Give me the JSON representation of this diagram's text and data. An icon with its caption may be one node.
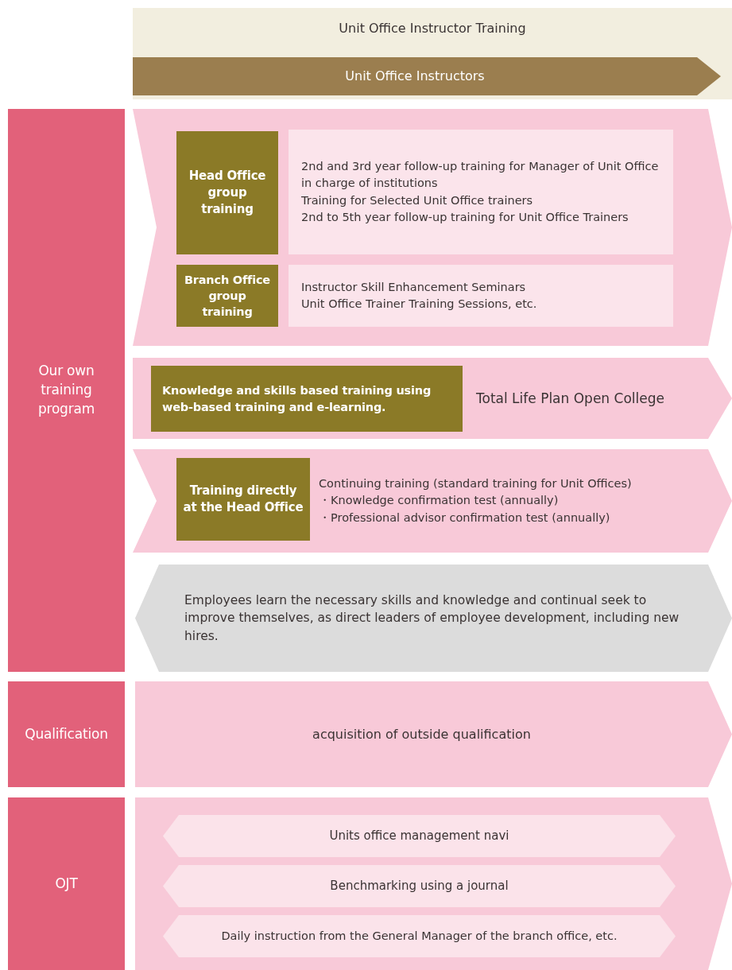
{
  "diagram": {
    "nodes": [
      {
        "text": [
          "Unit Office Instructor Training"
        ]
      },
      {
        "text": [
          "Unit Office Instructors"
        ],
        "in": 0
      },
      {
        "text": [
          "Our own training program"
        ]
      },
      {
        "text": [],
        "shape": "arrow"
      },
      {
        "text": [
          "Head Office group training"
        ],
        "in": 3
      },
      {
        "text": [
          "2nd and 3rd year follow-up training for Manager of Unit Office in charge of institutions",
          "Training for Selected Unit Office trainers",
          "2nd to 5th year follow-up training for Unit Office Trainers"
        ],
        "in": 3
      },
      {
        "text": [
          "Branch Office group training"
        ],
        "in": 3
      },
      {
        "text": [
          "Instructor Skill Enhancement Seminars",
          "Unit Office Trainer Training Sessions, etc."
        ],
        "in": 3
      },
      {
        "text": [
          "Total Life Plan Open College"
        ]
      },
      {
        "text": [
          "Knowledge and skills based training using web-based training and e-learning."
        ],
        "in": 8
      },
      {
        "text": [
          "Continuing training (standard training for Unit Offices)",
          "・Knowledge confirmation test (annually)",
          "・Professional advisor confirmation test (annually)"
        ]
      },
      {
        "text": [
          "Training directly at the Head Office"
        ],
        "in": 10
      },
      {
        "text": [
          "Employees learn the necessary skills and knowledge and continual seek to improve themselves, as direct leaders of employee development, including new hires."
        ]
      },
      {
        "text": [
          "Qualification"
        ]
      },
      {
        "text": [
          "acquisition of outside qualification"
        ]
      },
      {
        "text": [
          "OJT"
        ]
      },
      {
        "text": [],
        "shape": "arrow"
      },
      {
        "text": [
          "Units office management navi"
        ],
        "in": 16
      },
      {
        "text": [
          "Benchmarking using a journal"
        ],
        "in": 16
      },
      {
        "text": [
          "Daily instruction from the General Manager of the branch office, etc."
        ],
        "in": 16
      }
    ]
  }
}
